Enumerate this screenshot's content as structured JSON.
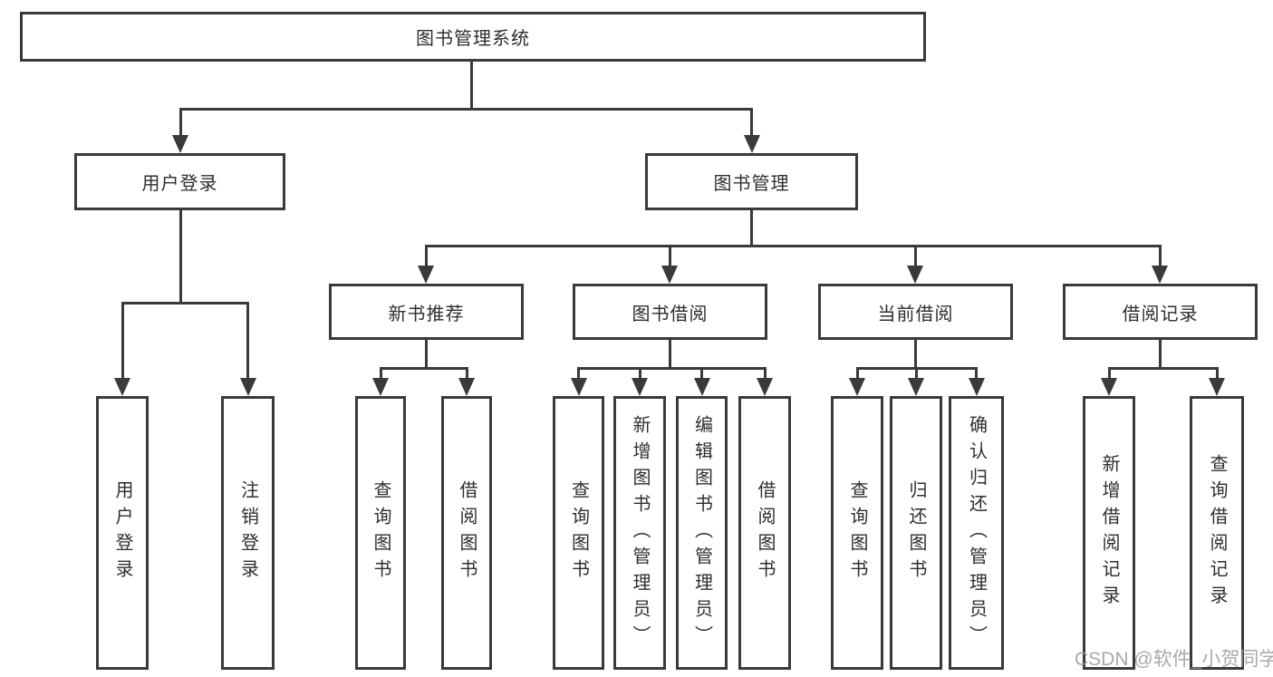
{
  "diagram": {
    "root": {
      "label": "图书管理系统"
    },
    "level2": [
      {
        "label": "用户登录"
      },
      {
        "label": "图书管理"
      }
    ],
    "level3": [
      {
        "label": "新书推荐"
      },
      {
        "label": "图书借阅"
      },
      {
        "label": "当前借阅"
      },
      {
        "label": "借阅记录"
      }
    ],
    "leaves": {
      "login": [
        {
          "label": "用户登录"
        },
        {
          "label": "注销登录"
        }
      ],
      "newbook": [
        {
          "label": "查询图书"
        },
        {
          "label": "借阅图书"
        }
      ],
      "borrow": [
        {
          "label": "查询图书"
        },
        {
          "label": "新增图书（管理员）"
        },
        {
          "label": "编辑图书（管理员）"
        },
        {
          "label": "借阅图书"
        }
      ],
      "current": [
        {
          "label": "查询图书"
        },
        {
          "label": "归还图书"
        },
        {
          "label": "确认归还（管理员）"
        }
      ],
      "records": [
        {
          "label": "新增借阅记录"
        },
        {
          "label": "查询借阅记录"
        }
      ]
    },
    "watermark": "CSDN @软件_小贺同学",
    "colors": {
      "line": "#3a3a3a",
      "text": "#2e2e2e",
      "watermark": "#9b9b9b",
      "background": "#ffffff"
    }
  }
}
